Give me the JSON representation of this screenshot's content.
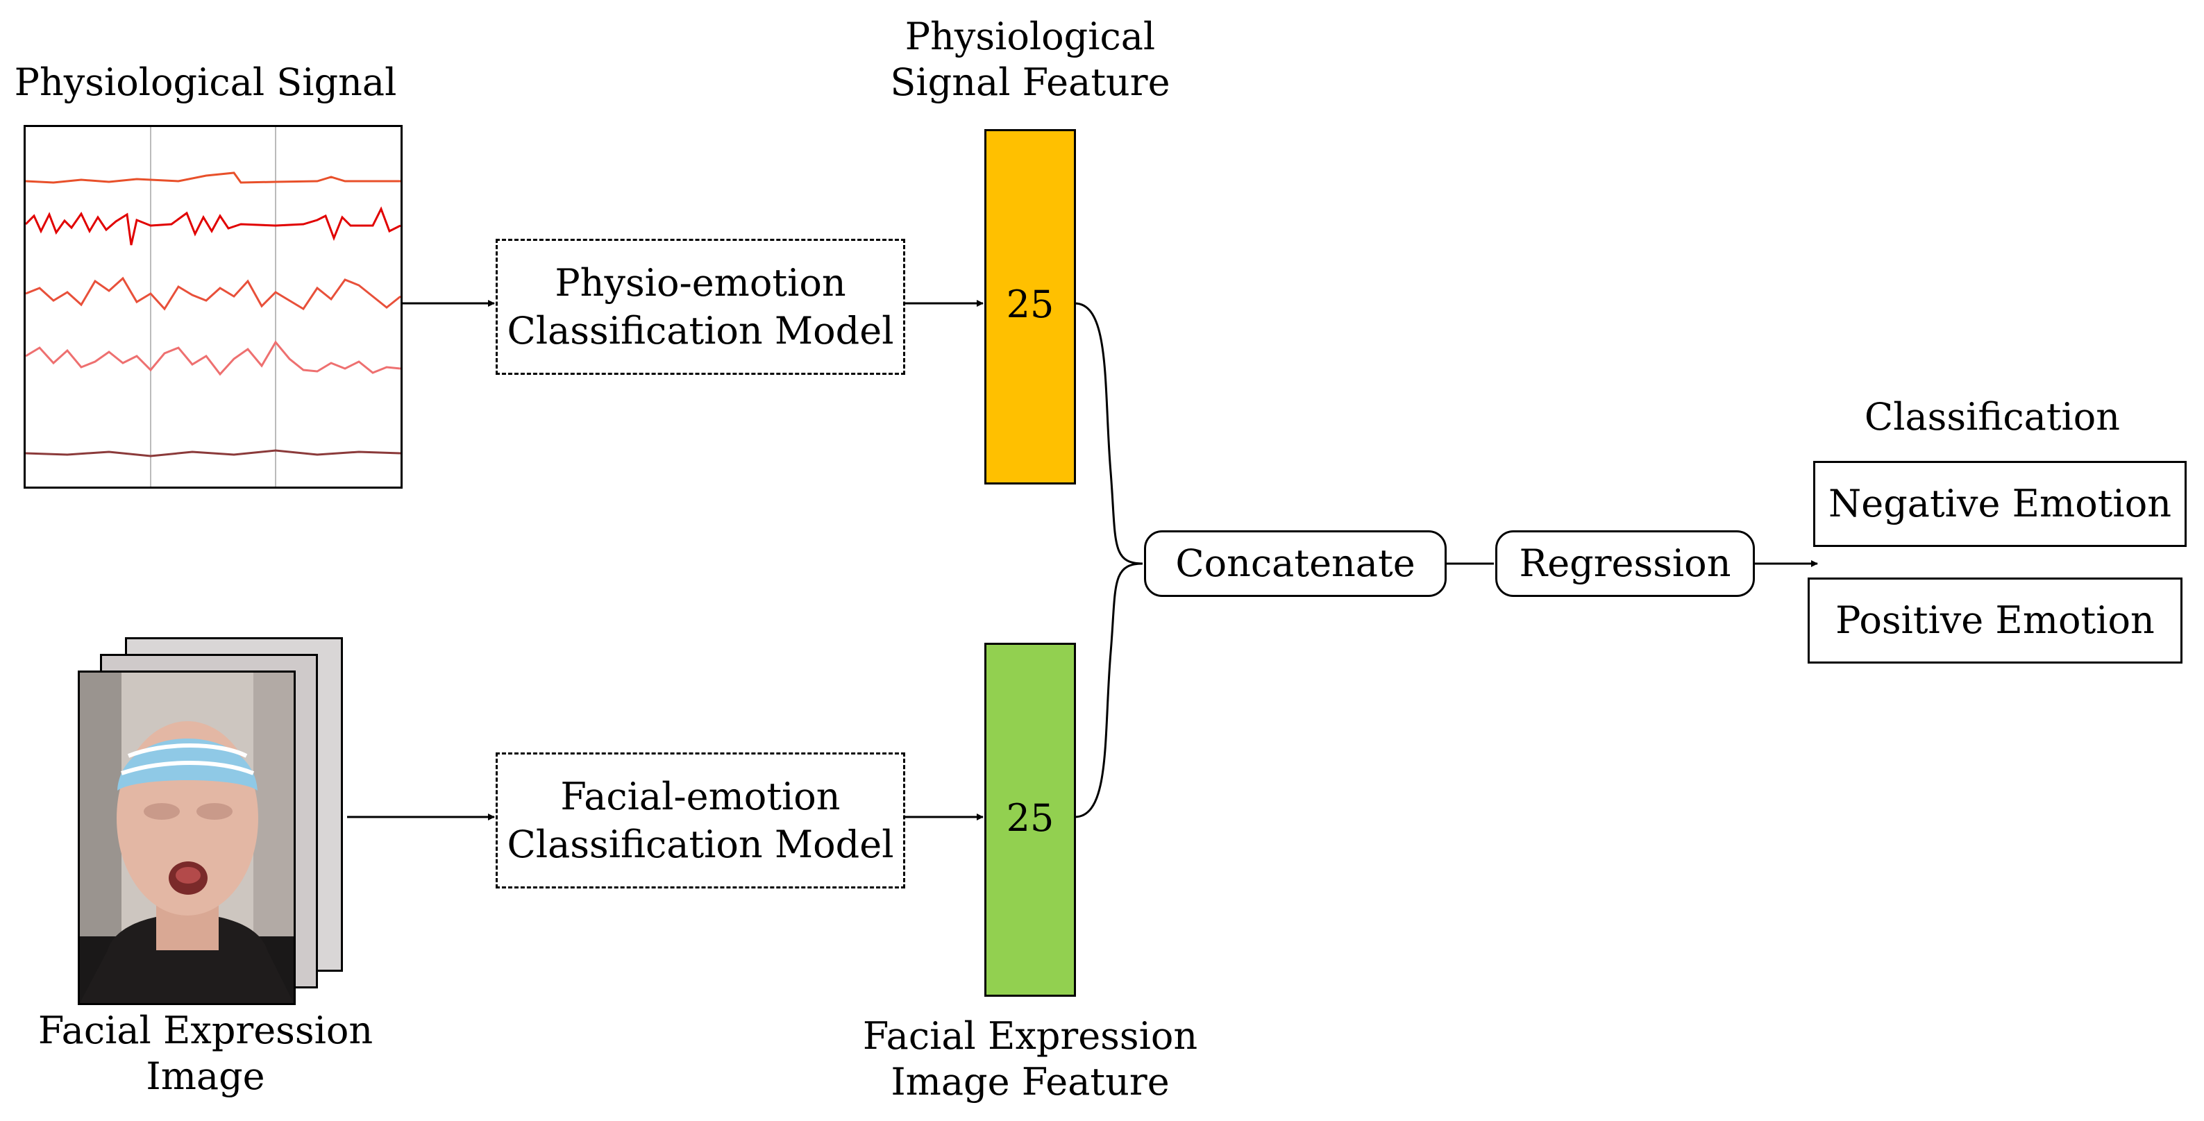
{
  "input_signal": {
    "title": "Physiological Signal"
  },
  "input_image": {
    "title_line1": "Facial Expression",
    "title_line2": "Image"
  },
  "models": {
    "physio": {
      "line1": "Physio-emotion",
      "line2": "Classification Model"
    },
    "facial": {
      "line1": "Facial-emotion",
      "line2": "Classification Model"
    }
  },
  "features": {
    "physio": {
      "label_line1": "Physiological",
      "label_line2": "Signal Feature",
      "size": "25",
      "color": "#FFC000"
    },
    "facial": {
      "label_line1": "Facial Expression",
      "label_line2": "Image Feature",
      "size": "25",
      "color": "#92D050"
    }
  },
  "concatenate": {
    "label": "Concatenate"
  },
  "regression": {
    "label": "Regression"
  },
  "classification": {
    "title": "Classification",
    "outputs": [
      "Negative Emotion",
      "Positive Emotion"
    ]
  },
  "colors": {
    "signal_line": "#E8502A",
    "signal_dark": "#8B3A3A"
  }
}
